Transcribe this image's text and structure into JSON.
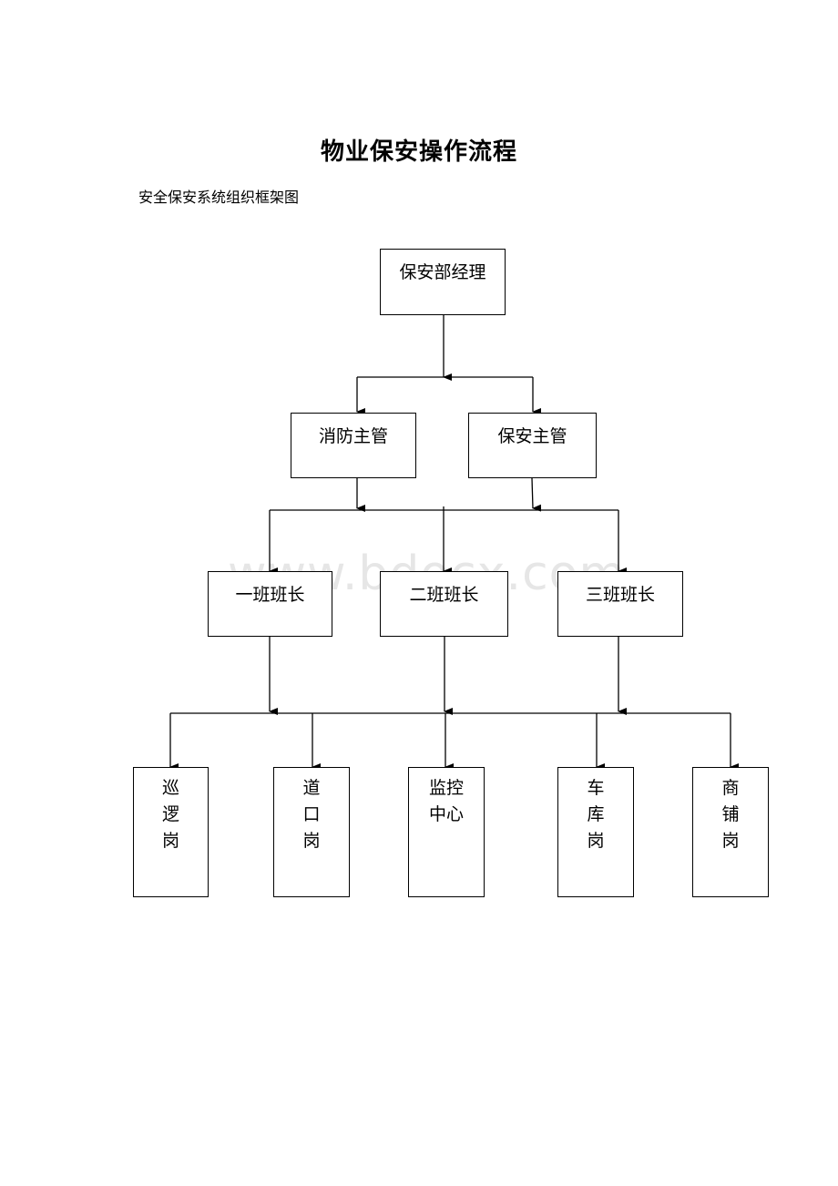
{
  "document": {
    "title": "物业保安操作流程",
    "subtitle": "安全保安系统组织框架图"
  },
  "watermark": "www.bdocx.com",
  "chart": {
    "manager": "保安部经理",
    "supervisors": [
      "消防主管",
      "保安主管"
    ],
    "team_leaders": [
      "一班班长",
      "二班班长",
      "三班班长"
    ],
    "posts": [
      "巡逻岗",
      "道口岗",
      "监控中心",
      "车库岗",
      "商铺岗"
    ]
  }
}
